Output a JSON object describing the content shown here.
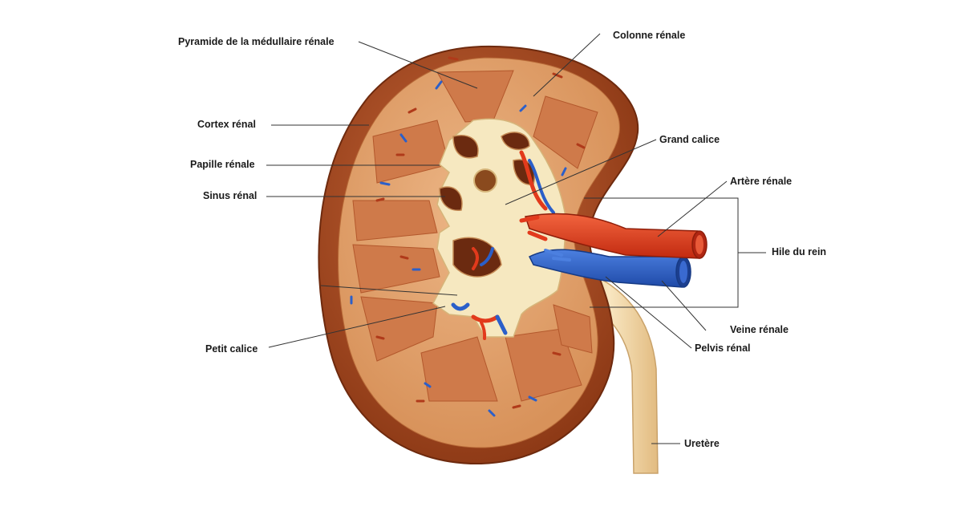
{
  "colors": {
    "capsule": "#a4491e",
    "cortex": "#e0a06a",
    "pyramid": "#cf7a4a",
    "sinus": "#f7ecc6",
    "artery": "#e23a1c",
    "vein": "#2b5fc9",
    "ureter": "#f3d9a8",
    "leader": "#333333"
  },
  "labels": {
    "pyramide": "Pyramide de la médullaire rénale",
    "colonne": "Colonne rénale",
    "cortex": "Cortex rénal",
    "grand_calice": "Grand calice",
    "papille": "Papille rénale",
    "artere": "Artère rénale",
    "sinus": "Sinus rénal",
    "hile": "Hile du rein",
    "petit_calice": "Petit calice",
    "veine": "Veine rénale",
    "pelvis": "Pelvis rénal",
    "uretere": "Uretère"
  }
}
